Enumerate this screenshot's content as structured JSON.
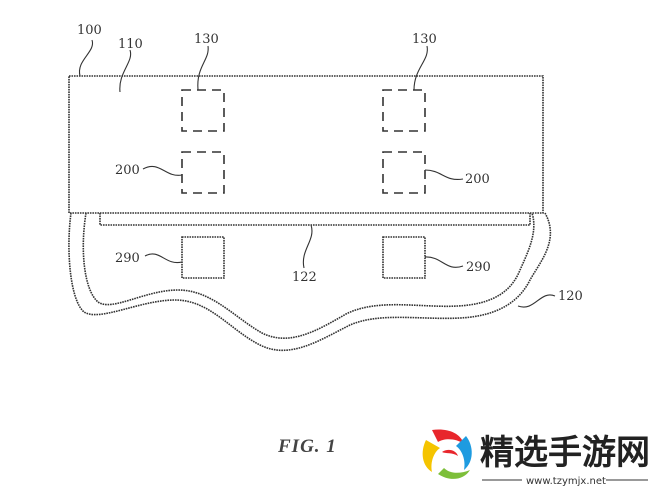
{
  "figure": {
    "caption": "FIG. 1",
    "labels": {
      "device": "100",
      "housing_top": "110",
      "sensor_left": "130",
      "sensor_right": "130",
      "component_left": "200",
      "component_right": "200",
      "strip": "122",
      "pad_left": "290",
      "pad_right": "290",
      "flexible_member": "120"
    }
  },
  "watermark": {
    "title": "精选手游网",
    "url": "www.tzymjx.net",
    "logo_colors": {
      "red": "#e8262c",
      "blue": "#1e9be0",
      "yellow": "#f5c400",
      "green": "#7dbf3a"
    }
  }
}
